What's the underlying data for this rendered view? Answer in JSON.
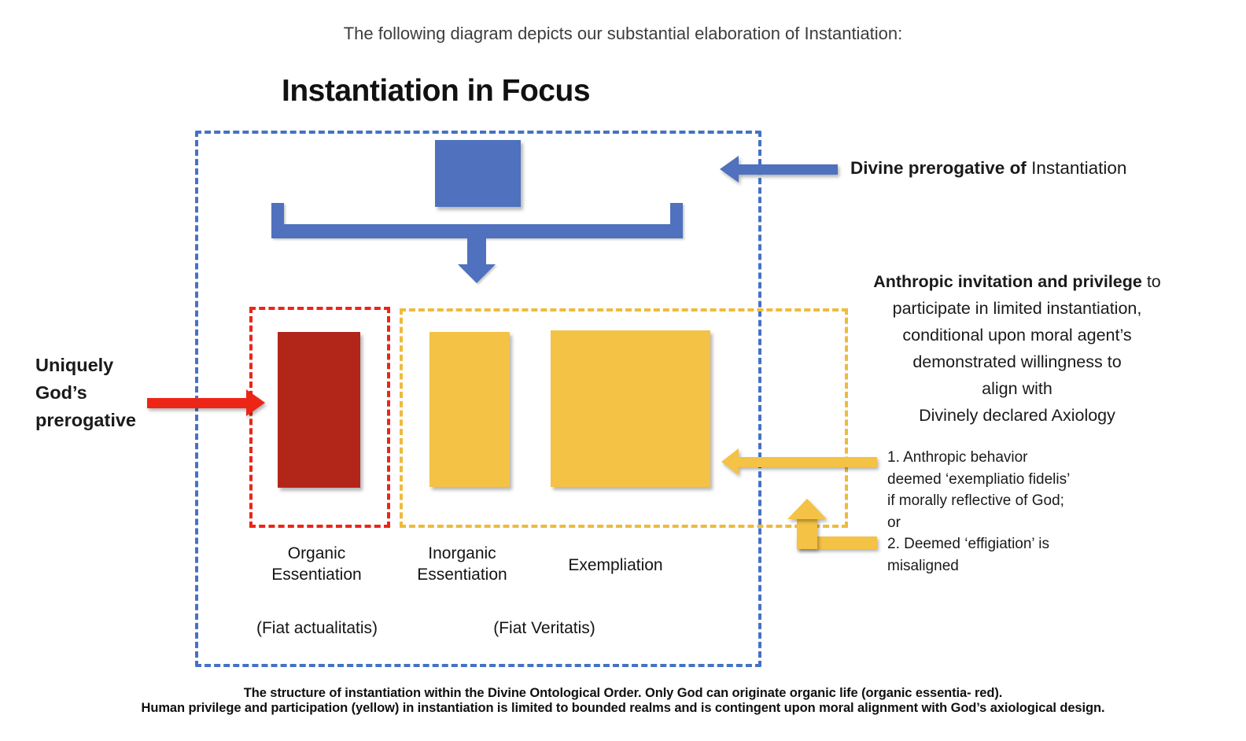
{
  "page": {
    "intro": "The following diagram depicts our substantial elaboration of Instantiation:",
    "title": "Instantiation in Focus",
    "caption": {
      "line1": "The structure of instantiation within the Divine Ontological Order. Only God can originate organic life (organic essentia- red).",
      "line2": "Human privilege and participation (yellow) in instantiation is limited to bounded realms and is contingent upon moral alignment with God’s axiological design."
    }
  },
  "colors": {
    "blue": "#4F71BE",
    "blue_dash": "#4472C4",
    "bright_red": "#EC2517",
    "dark_red": "#B2261A",
    "yellow": "#F4C244",
    "yellow_dash": "#EFBA3D"
  },
  "annotations": {
    "divine_prerogative": {
      "bold": "Divine prerogative of",
      "regular": " Instantiation"
    },
    "uniquely_gods": {
      "lines": [
        "Uniquely",
        "God’s",
        "prerogative"
      ]
    },
    "anthropic_invitation": {
      "lead_bold": "Anthropic invitation and privilege",
      "lead_regular": " to",
      "lines": [
        "participate in limited instantiation,",
        "conditional upon moral agent’s",
        "demonstrated willingness to",
        "align with",
        "Divinely declared Axiology"
      ]
    },
    "conditions": {
      "lines": [
        "1. Anthropic behavior",
        "deemed ‘exempliatio fidelis’",
        "if morally reflective of God;",
        "or",
        "2. Deemed ‘effigiation’ is",
        "misaligned"
      ]
    }
  },
  "categories": {
    "organic": {
      "line1": "Organic",
      "line2": "Essentiation"
    },
    "inorganic": {
      "line1": "Inorganic",
      "line2": "Essentiation"
    },
    "exempliation": "Exempliation",
    "fiat_actualitatis": "(Fiat actualitatis)",
    "fiat_veritatis": "(Fiat Veritatis)"
  }
}
